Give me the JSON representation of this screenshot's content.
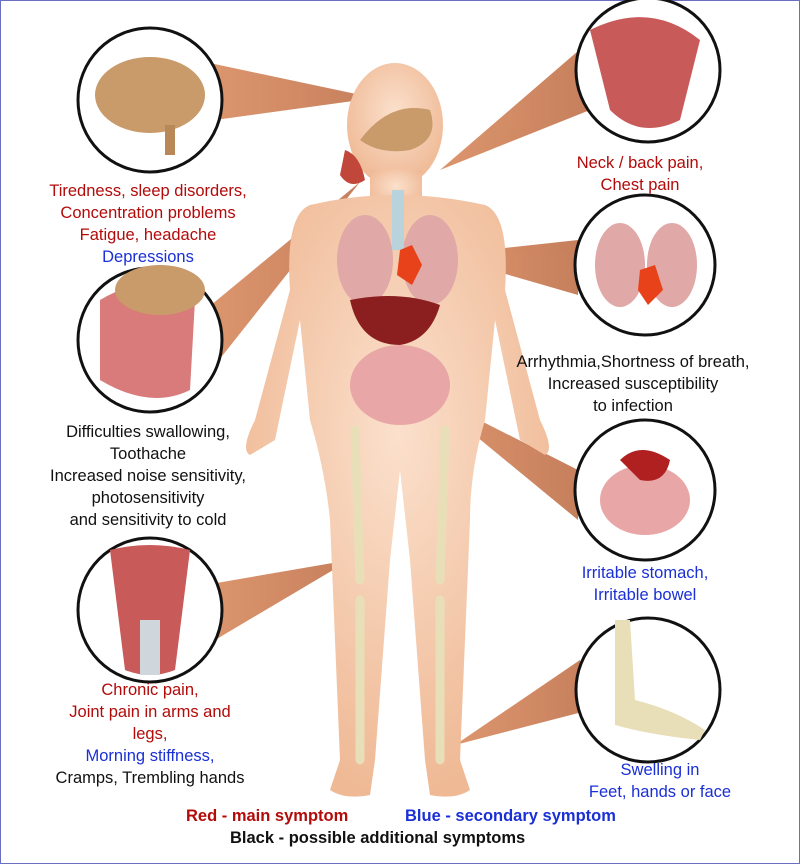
{
  "colors": {
    "main": "#b30a0a",
    "secondary": "#1a2fd6",
    "additional": "#111111"
  },
  "callouts": {
    "brain": {
      "red": [
        "Tiredness, sleep disorders,",
        "Concentration problems",
        "Fatigue, headache"
      ],
      "blue": [
        "Depressions"
      ]
    },
    "head": {
      "black": [
        "Difficulties swallowing,",
        "Toothache",
        "Increased noise sensitivity,",
        "photosensitivity",
        "and sensitivity to cold"
      ]
    },
    "muscles": {
      "red": [
        "Chronic pain,",
        "Joint pain in arms and",
        "legs,"
      ],
      "blue": [
        "Morning stiffness,"
      ],
      "black": [
        "Cramps, Trembling hands"
      ]
    },
    "neck": {
      "red": [
        "Neck / back pain,",
        "Chest pain"
      ]
    },
    "lungs": {
      "black": [
        "Arrhythmia,Shortness of breath,",
        "Increased susceptibility",
        "to infection"
      ]
    },
    "digestive": {
      "blue": [
        "Irritable stomach,",
        "Irritable bowel"
      ]
    },
    "feet": {
      "blue": [
        "Swelling in",
        "Feet, hands or face"
      ]
    }
  },
  "legend": {
    "main": "Red - main symptom",
    "secondary": "Blue - secondary symptom",
    "additional": "Black - possible additional symptoms"
  }
}
